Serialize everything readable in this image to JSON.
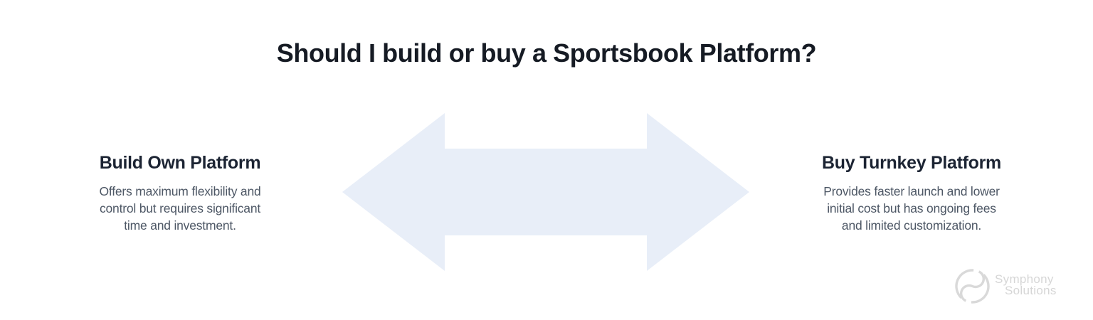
{
  "title": "Should I build or buy a Sportsbook Platform?",
  "options": {
    "left": {
      "heading": "Build Own Platform",
      "lines": [
        "Offers maximum flexibility and",
        "control but requires significant",
        "time and investment."
      ]
    },
    "right": {
      "heading": "Buy Turnkey Platform",
      "lines": [
        "Provides faster launch and lower",
        "initial cost but has ongoing fees",
        "and limited customization."
      ]
    }
  },
  "arrow": {
    "shape": "double-headed-horizontal",
    "color": "#e8eef8"
  },
  "logo": {
    "line1": "Symphony",
    "line2": "Solutions",
    "color": "#d9d9d9"
  },
  "colors": {
    "background": "#ffffff",
    "title_text": "#161b24",
    "heading_text": "#1c2433",
    "body_text": "#4d5765"
  }
}
